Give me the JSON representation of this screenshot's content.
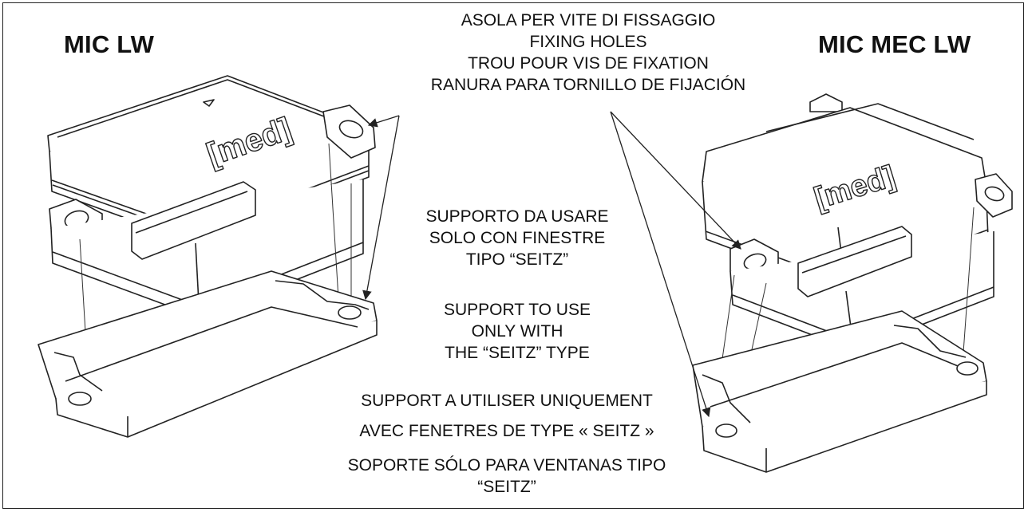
{
  "titles": {
    "left": "MIC LW",
    "right": "MIC MEC LW"
  },
  "fixing_holes": {
    "lines": [
      "ASOLA PER VITE  DI FISSAGGIO",
      "FIXING HOLES",
      "TROU POUR VIS DE FIXATION",
      "RANURA PARA TORNILLO DE FIJACIÓN"
    ]
  },
  "support_note": {
    "italian": [
      "SUPPORTO DA USARE",
      "SOLO CON FINESTRE",
      "TIPO “SEITZ”"
    ],
    "english": [
      "SUPPORT TO USE",
      "ONLY WITH",
      "THE “SEITZ” TYPE"
    ],
    "french": [
      "SUPPORT A UTILISER UNIQUEMENT",
      "AVEC FENETRES DE TYPE « SEITZ »"
    ],
    "spanish": [
      "SOPORTE SÓLO PARA VENTANAS TIPO",
      "“SEITZ”"
    ]
  },
  "logo_text": "[med]",
  "colors": {
    "line": "#222222",
    "background": "#ffffff"
  }
}
